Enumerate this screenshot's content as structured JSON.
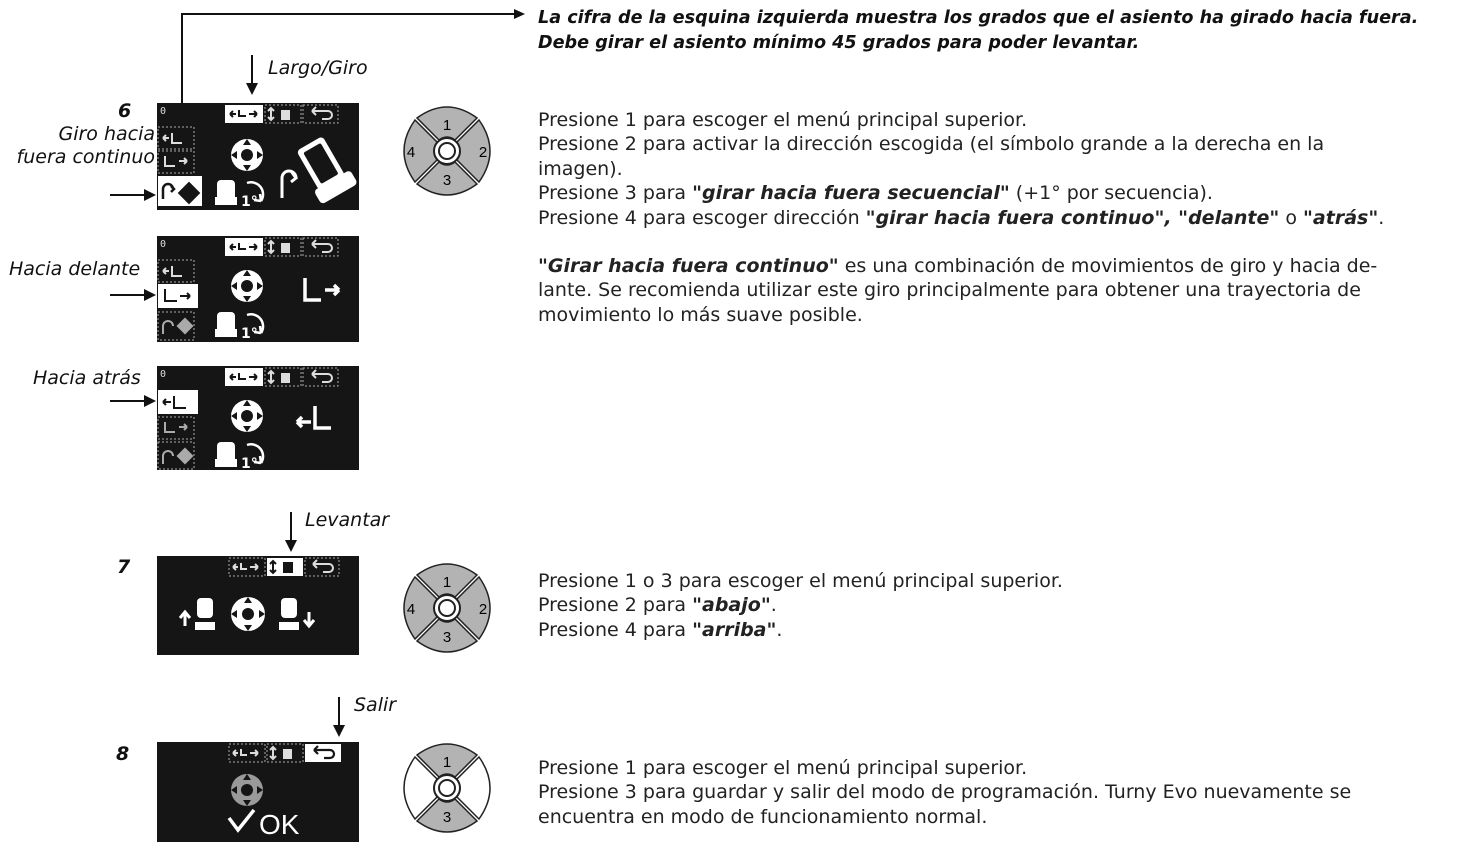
{
  "intro": {
    "line1": "La cifra de la esquina izquierda muestra los grados que el asiento ha girado hacia fuera.",
    "line2": "Debe girar el asiento mínimo 45 grados para poder levantar."
  },
  "step6": {
    "number": "6",
    "label_line1": "Giro hacia",
    "label_line2": "fuera continuo",
    "arrow_label": "Largo/Giro",
    "screen_degree": "0",
    "lines": [
      {
        "pre": "Presione 1 para escoger el menú principal superior.",
        "em": "",
        "post": ""
      },
      {
        "pre": "Presione 2 para activar la dirección escogida (el símbolo grande a la derecha en la",
        "em": "",
        "post": ""
      },
      {
        "pre": "imagen).",
        "em": "",
        "post": ""
      },
      {
        "pre": "Presione 3 para ",
        "em": "\"girar hacia fuera secuencial\"",
        "post": " (+1° por secuencia)."
      },
      {
        "pre": "Presione 4 para escoger dirección ",
        "em": "\"girar hacia fuera continuo\", \"delante\"",
        "post": " o ",
        "em2": "\"atrás\"",
        "post2": "."
      }
    ],
    "para_em": "\"Girar hacia fuera continuo\"",
    "para_line1": " es una combinación de movimientos de giro y hacia de-",
    "para_line2": "lante. Se recomienda utilizar este giro principalmente para obtener una trayectoria de",
    "para_line3": "movimiento lo más suave posible."
  },
  "forward": {
    "label": "Hacia delante",
    "screen_degree": "0"
  },
  "backward": {
    "label": "Hacia atrás",
    "screen_degree": "0"
  },
  "step7": {
    "number": "7",
    "arrow_label": "Levantar",
    "lines": [
      {
        "pre": "Presione 1 o 3 para escoger el menú principal superior.",
        "em": "",
        "post": ""
      },
      {
        "pre": "Presione 2 para ",
        "em": "\"abajo\"",
        "post": "."
      },
      {
        "pre": "Presione 4 para ",
        "em": "\"arriba\"",
        "post": "."
      }
    ]
  },
  "step8": {
    "number": "8",
    "arrow_label": "Salir",
    "ok_text": "OK",
    "lines": [
      {
        "pre": "Presione 1 para escoger el menú principal superior.",
        "em": "",
        "post": ""
      },
      {
        "pre": "Presione 3 para guardar y salir del modo de programación. Turny Evo nuevamente se",
        "em": "",
        "post": ""
      },
      {
        "pre": "encuentra en modo de funcionamiento normal.",
        "em": "",
        "post": ""
      }
    ]
  },
  "keypad": {
    "k1": "1",
    "k2": "2",
    "k3": "3",
    "k4": "4"
  },
  "colors": {
    "lcd": "#151515",
    "key_fill": "#b3b3b3",
    "ink": "#1a1a1a"
  }
}
